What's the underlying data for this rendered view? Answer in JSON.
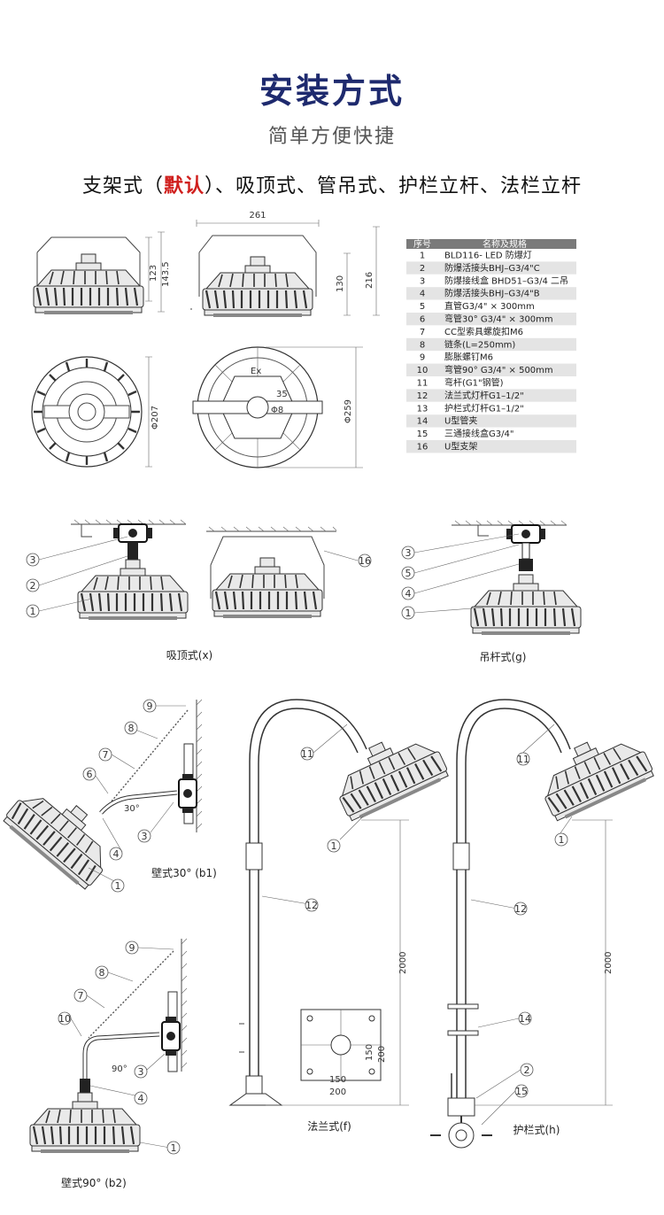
{
  "header": {
    "title": "安装方式",
    "subtitle": "简单方便快捷",
    "methods_pre": "支架式（",
    "methods_default": "默认",
    "methods_post": "）、吸顶式、管吊式、护栏立杆、法栏立杆"
  },
  "dimensions": {
    "top_width": "261",
    "h123": "123",
    "h143": "143.5",
    "h130": "130",
    "h216": "216",
    "d207": "Φ207",
    "d259": "Φ259",
    "d35": "35",
    "d8": "Φ8",
    "ex": "Ex",
    "h2000a": "2000",
    "h2000b": "2000",
    "p150v": "150",
    "p200v": "200",
    "p150h": "150",
    "p200h": "200",
    "ang30": "30°",
    "ang90": "90°"
  },
  "parts_table": {
    "headers": [
      "序号",
      "名称及规格"
    ],
    "rows": [
      [
        "1",
        "BLD116- LED 防爆灯"
      ],
      [
        "2",
        "防爆活接头BHJ–G3/4\"C"
      ],
      [
        "3",
        "防爆接线盒 BHD51–G3/4 二吊"
      ],
      [
        "4",
        "防爆活接头BHJ–G3/4\"B"
      ],
      [
        "5",
        "直管G3/4\" × 300mm"
      ],
      [
        "6",
        "弯管30°  G3/4\" × 300mm"
      ],
      [
        "7",
        "CC型索具螺旋扣M6"
      ],
      [
        "8",
        "链条(L=250mm)"
      ],
      [
        "9",
        "膨胀螺钉M6"
      ],
      [
        "10",
        "弯管90°  G3/4\" × 500mm"
      ],
      [
        "11",
        "弯杆(G1\"钢管)"
      ],
      [
        "12",
        "法兰式灯杆G1–1/2\""
      ],
      [
        "13",
        "护栏式灯杆G1–1/2\""
      ],
      [
        "14",
        "U型管夹"
      ],
      [
        "15",
        "三通接线盒G3/4\""
      ],
      [
        "16",
        "U型支架"
      ]
    ]
  },
  "captions": {
    "ceiling": "吸顶式(x)",
    "pendant": "吊杆式(g)",
    "wall30": "壁式30°  (b1)",
    "wall90": "壁式90°  (b2)",
    "flange": "法兰式(f)",
    "guardrail": "护栏式(h)"
  },
  "callouts": {
    "ceiling": [
      "3",
      "2",
      "1"
    ],
    "bracket": [
      "16"
    ],
    "pendant": [
      "3",
      "5",
      "4",
      "1"
    ],
    "wall30": [
      "9",
      "8",
      "7",
      "6",
      "3",
      "4",
      "1"
    ],
    "wall90": [
      "9",
      "8",
      "7",
      "10",
      "3",
      "4",
      "1"
    ],
    "flange": [
      "11",
      "1",
      "12"
    ],
    "guardrail": [
      "11",
      "1",
      "12",
      "14",
      "2",
      "15"
    ]
  },
  "colors": {
    "title": "#1e2a6e",
    "default_highlight": "#d0201e",
    "table_header": "#7a7a7a",
    "table_row_alt": "#e4e4e4"
  }
}
